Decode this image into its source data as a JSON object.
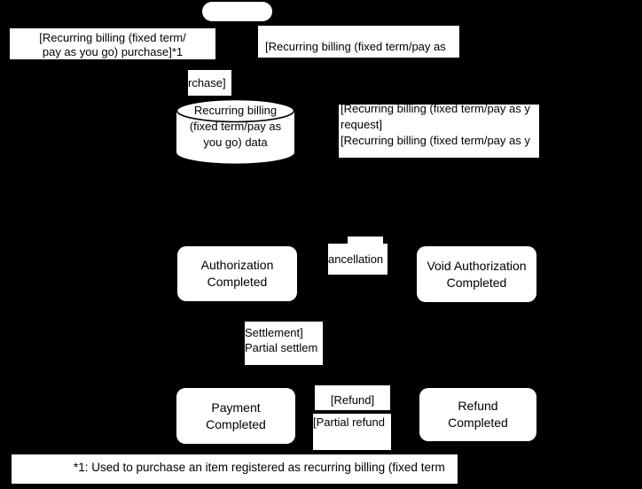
{
  "diagram": {
    "background_color": "#000000",
    "shape_fill_color": "#ffffff",
    "text_color": "#000000",
    "nodes": {
      "start_pill": {
        "label": ""
      },
      "datastore": {
        "line1": "Recurring billing",
        "line2": "(fixed term/pay as",
        "line3": "you go) data"
      },
      "authorization_completed": {
        "line1": "Authorization",
        "line2": "Completed"
      },
      "void_authorization_completed": {
        "line1": "Void Authorization",
        "line2": "Completed"
      },
      "payment_completed": {
        "line1": "Payment",
        "line2": "Completed"
      },
      "refund_completed": {
        "line1": "Refund",
        "line2": "Completed"
      }
    },
    "labels": {
      "recurring_purchase_left": {
        "line1": "[Recurring billing (fixed term/",
        "line2": "pay as you go) purchase]*1"
      },
      "recurring_top_right": {
        "line1": "[Recurring billing (fixed term/pay as"
      },
      "purchase_clipped": {
        "line1": "rchase]"
      },
      "request_group": {
        "line1": "[Recurring billing (fixed term/pay as y",
        "line2": "request]",
        "line3": "[Recurring billing (fixed term/pay as y"
      },
      "cancellation": {
        "line1": "ancellation"
      },
      "settlement": {
        "line1": "Settlement]",
        "line2": "Partial settlem"
      },
      "refund": {
        "line1": "[Refund]"
      },
      "partial_refund": {
        "line1": "[Partial refund"
      },
      "footnote": {
        "text": "*1: Used to purchase an item registered as recurring billing (fixed term"
      }
    }
  }
}
